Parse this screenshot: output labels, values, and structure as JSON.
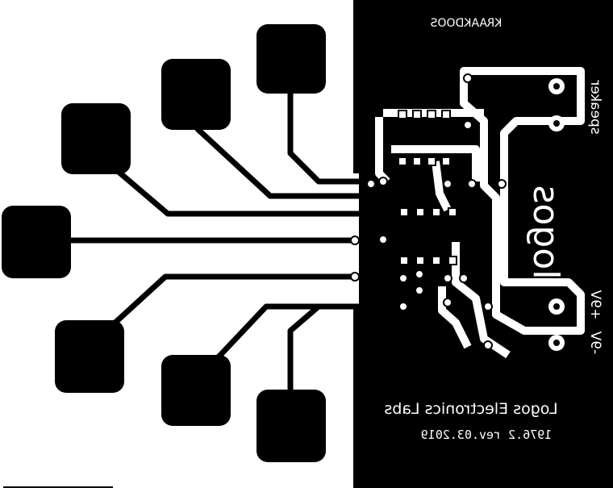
{
  "board": {
    "name_label": "KRAAKDOOS",
    "logo_text": "logos",
    "brand_line": "Logos Electronics Labs",
    "revision_line": "1976.2 rev.03.2019",
    "speaker_label": "speaker",
    "power_plus_label": "+9V",
    "power_minus_label": "-9V"
  },
  "colors": {
    "copper": "#000000",
    "substrate": "#ffffff",
    "silk": "#ffffff"
  },
  "contact_pads": [
    "pad-1",
    "pad-2",
    "pad-3",
    "pad-4",
    "pad-5",
    "pad-6",
    "pad-7"
  ]
}
